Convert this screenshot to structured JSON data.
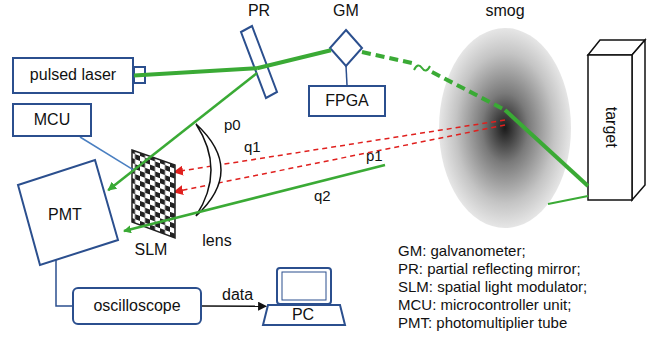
{
  "diagram": {
    "nodes": [
      {
        "text": [
          "pulsed laser"
        ]
      },
      {
        "text": [
          "PR"
        ]
      },
      {
        "text": [
          "GM"
        ]
      },
      {
        "text": [
          "FPGA"
        ]
      },
      {
        "text": [
          "smog"
        ]
      },
      {
        "text": [
          "target"
        ]
      },
      {
        "text": [
          "MCU"
        ]
      },
      {
        "text": [
          "SLM"
        ]
      },
      {
        "text": [
          "lens"
        ]
      },
      {
        "text": [
          "PMT"
        ]
      },
      {
        "text": [
          "oscilloscope"
        ]
      },
      {
        "text": [
          "PC"
        ]
      }
    ],
    "edges": [
      {
        "from": 0,
        "to": 1,
        "arrow": "none"
      },
      {
        "from": 1,
        "to": 2,
        "arrow": "none"
      },
      {
        "from": 2,
        "to": 3,
        "arrow": "none"
      },
      {
        "from": 1,
        "to": 9,
        "arrow": "to"
      },
      {
        "from": 6,
        "to": 7,
        "arrow": "none"
      },
      {
        "from": 9,
        "to": 10,
        "arrow": "none"
      },
      {
        "from": 10,
        "to": 11,
        "label": "data",
        "arrow": "to"
      }
    ],
    "labels": [
      "p0",
      "q1",
      "p1",
      "q2",
      "GM: galvanometer;",
      "PR: partial reflecting mirror;",
      "SLM: spatial light modulator;",
      "MCU: microcontroller unit;",
      "PMT: photomultiplier tube"
    ]
  }
}
